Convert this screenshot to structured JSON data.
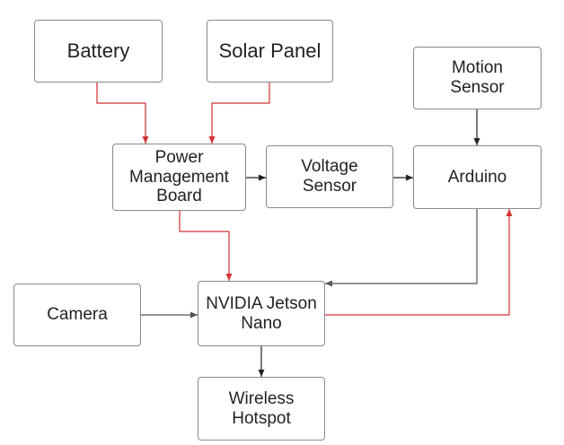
{
  "nodes": {
    "battery": "Battery",
    "solar_panel": "Solar Panel",
    "motion_sensor": "Motion\nSensor",
    "power_management_board": "Power\nManagement\nBoard",
    "voltage_sensor": "Voltage\nSensor",
    "arduino": "Arduino",
    "camera": "Camera",
    "jetson": "NVIDIA Jetson\nNano",
    "wireless_hotspot": "Wireless\nHotspot"
  },
  "edges": [
    {
      "from": "battery",
      "to": "power_management_board",
      "color": "#d32f2f"
    },
    {
      "from": "solar_panel",
      "to": "power_management_board",
      "color": "#d32f2f"
    },
    {
      "from": "motion_sensor",
      "to": "arduino",
      "color": "#222222"
    },
    {
      "from": "power_management_board",
      "to": "voltage_sensor",
      "color": "#222222"
    },
    {
      "from": "voltage_sensor",
      "to": "arduino",
      "color": "#222222"
    },
    {
      "from": "power_management_board",
      "to": "jetson",
      "color": "#d32f2f"
    },
    {
      "from": "arduino",
      "to": "jetson",
      "color": "#555555"
    },
    {
      "from": "camera",
      "to": "jetson",
      "color": "#555555"
    },
    {
      "from": "jetson",
      "to": "arduino",
      "color": "#d32f2f"
    },
    {
      "from": "jetson",
      "to": "wireless_hotspot",
      "color": "#222222"
    }
  ]
}
